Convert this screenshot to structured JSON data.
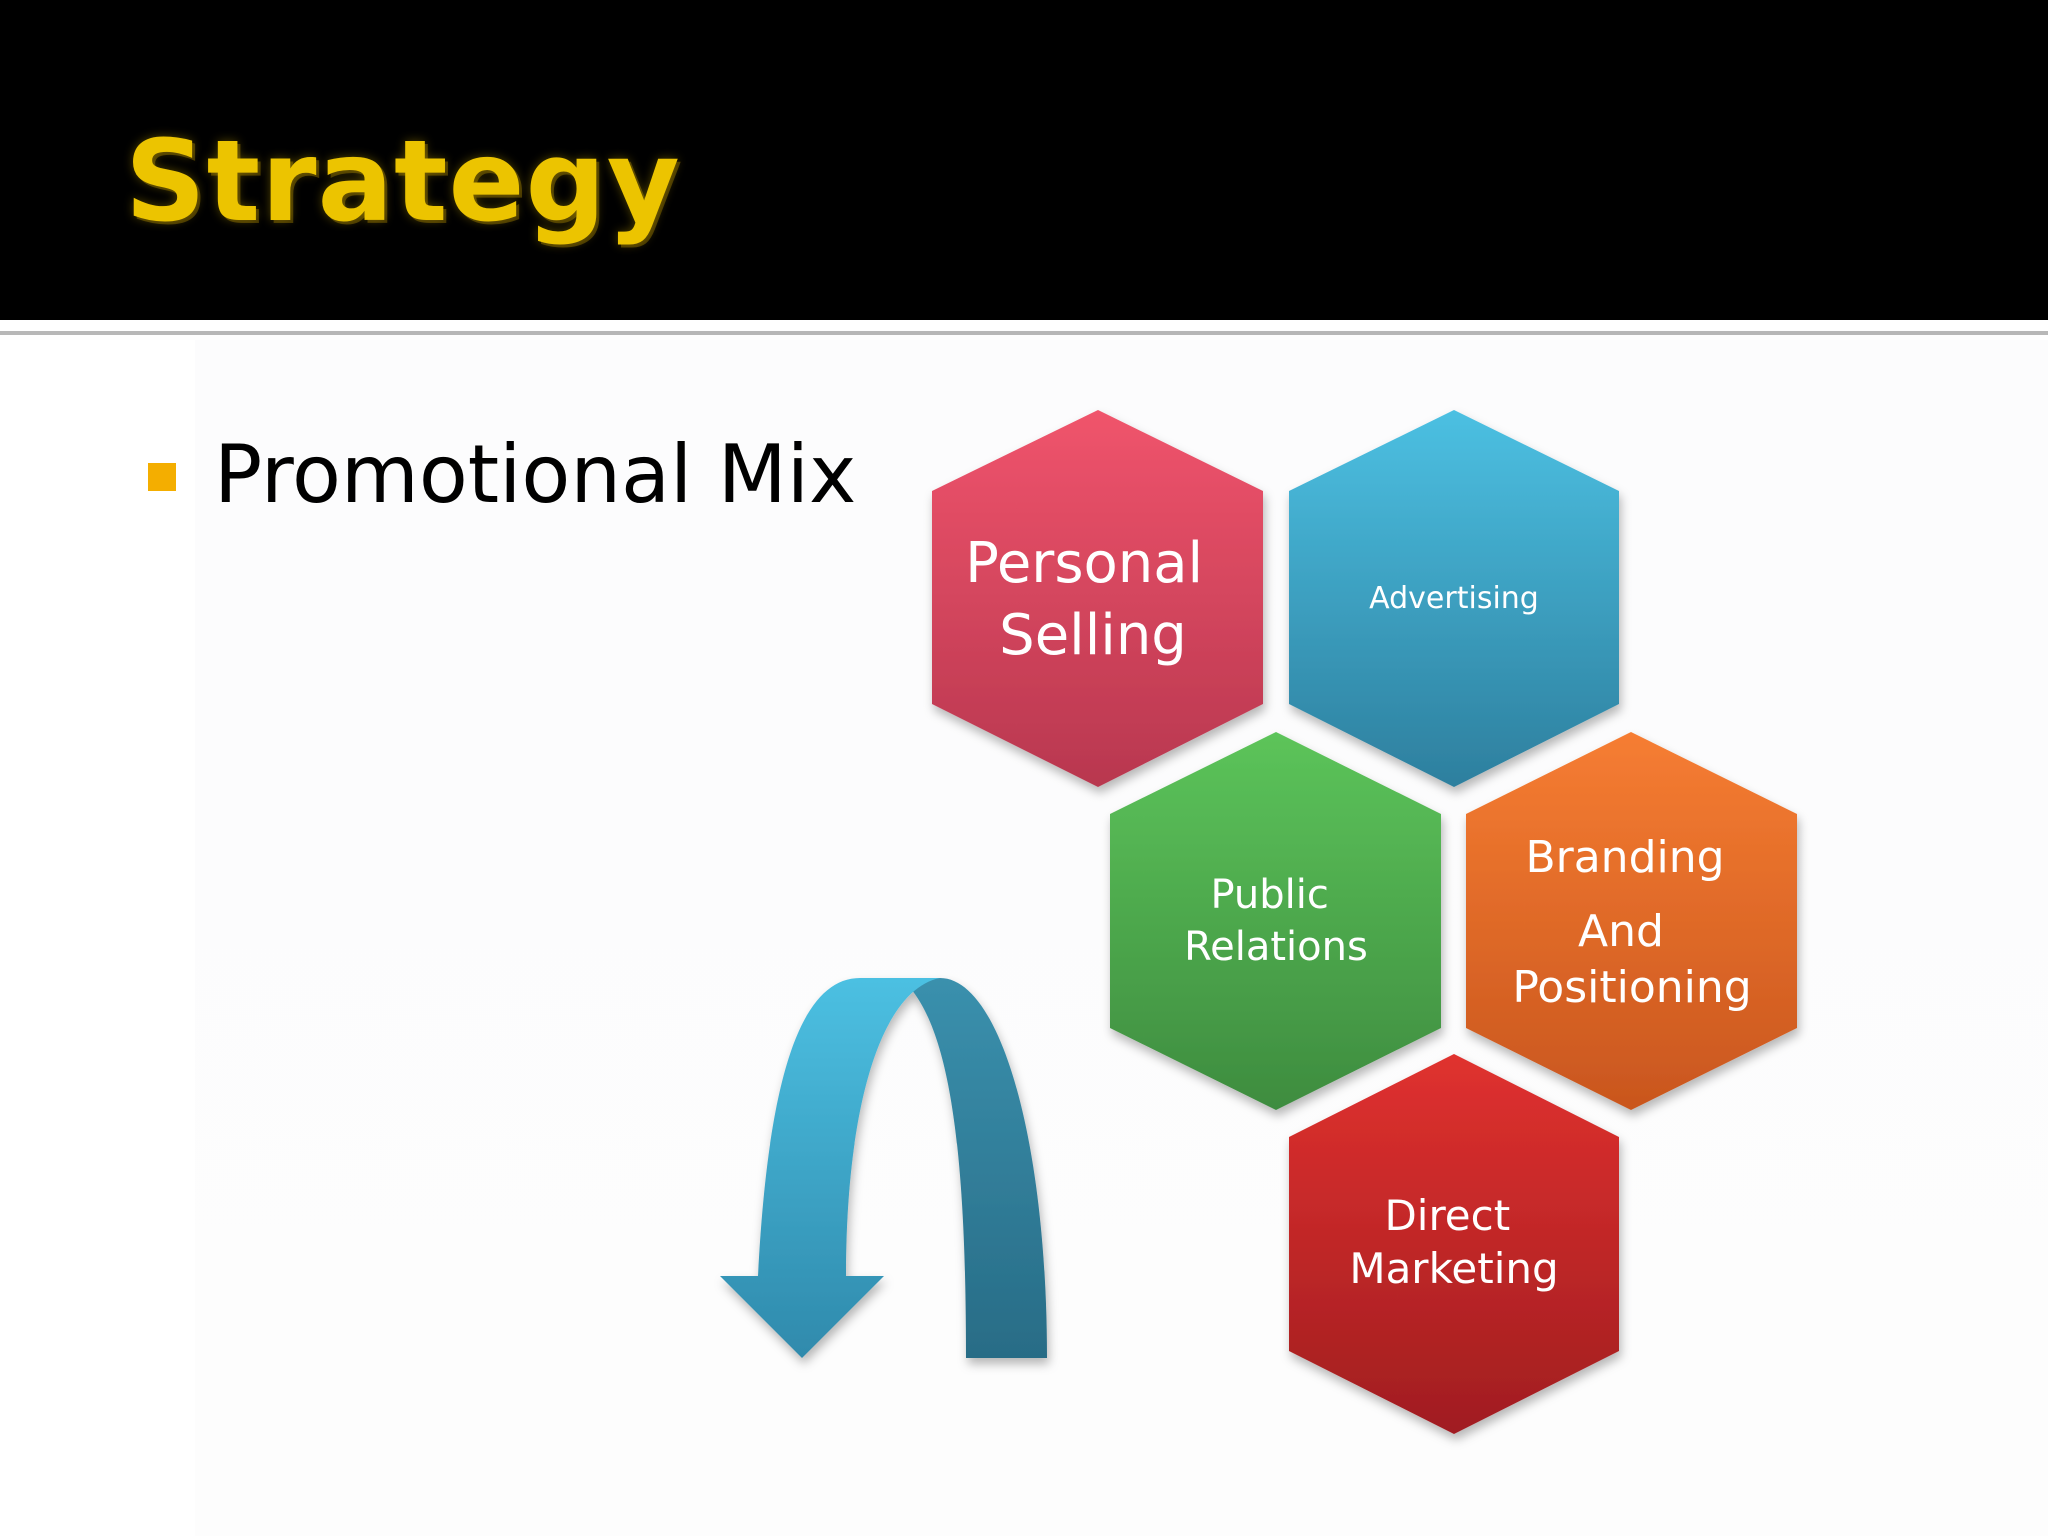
{
  "slide": {
    "title": "Strategy",
    "bullet": "Promotional Mix"
  },
  "colors": {
    "title": "#ecc400",
    "bullet": "#f4ae00",
    "header_background": "#000000",
    "personal_selling": "#e24a62",
    "advertising": "#3a9fc4",
    "public_relations": "#4caa4c",
    "branding": "#ea6a28",
    "direct_marketing": "#c72427",
    "arrow": "#3d9cc0"
  },
  "diagram": {
    "hexagons": [
      {
        "id": "personal-selling",
        "lines": [
          "Personal",
          "Selling"
        ]
      },
      {
        "id": "advertising",
        "lines": [
          "Advertising"
        ]
      },
      {
        "id": "public-relations",
        "lines": [
          "Public",
          "Relations"
        ]
      },
      {
        "id": "branding-and-positioning",
        "lines": [
          "Branding",
          "And",
          "Positioning"
        ]
      },
      {
        "id": "direct-marketing",
        "lines": [
          "Direct",
          "Marketing"
        ]
      }
    ],
    "arrow_icon": "u-turn-arrow-icon"
  }
}
